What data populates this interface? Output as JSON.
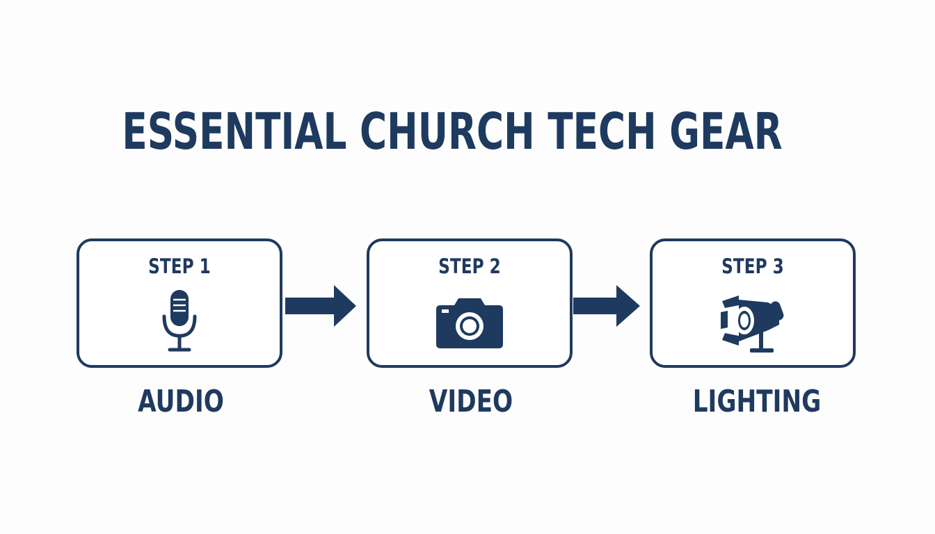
{
  "title": "ESSENTIAL CHURCH TECH GEAR",
  "colors": {
    "primary": "#1f3a5f",
    "background": "#fdfdfd"
  },
  "steps": [
    {
      "label": "STEP 1",
      "caption": "AUDIO",
      "icon": "microphone-icon"
    },
    {
      "label": "STEP 2",
      "caption": "VIDEO",
      "icon": "camera-icon"
    },
    {
      "label": "STEP 3",
      "caption": "LIGHTING",
      "icon": "spotlight-icon"
    }
  ]
}
